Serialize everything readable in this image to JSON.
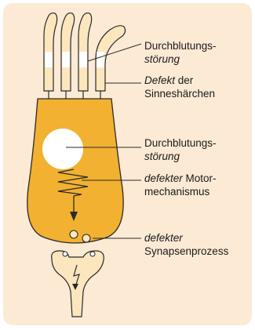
{
  "colors": {
    "background": "#fcead4",
    "cell_body": "#f2b130",
    "hair": "#fbe6bd",
    "stroke": "#2a2a2a",
    "defect_spot": "#ffffff"
  },
  "labels": {
    "hair_circulation": {
      "line1": "Durchblutungs-",
      "line2": "störung"
    },
    "hair_defect": {
      "italic": "Defekt",
      "rest": " der",
      "line2": "Sinneshärchen"
    },
    "body_circulation": {
      "line1": "Durchblutungs-",
      "line2": "störung"
    },
    "motor": {
      "italic": "defekter",
      "rest": " Motor-",
      "line2": "mechanismus"
    },
    "synapse": {
      "line1": "defekter",
      "line2": "Synapsenprozess"
    }
  }
}
